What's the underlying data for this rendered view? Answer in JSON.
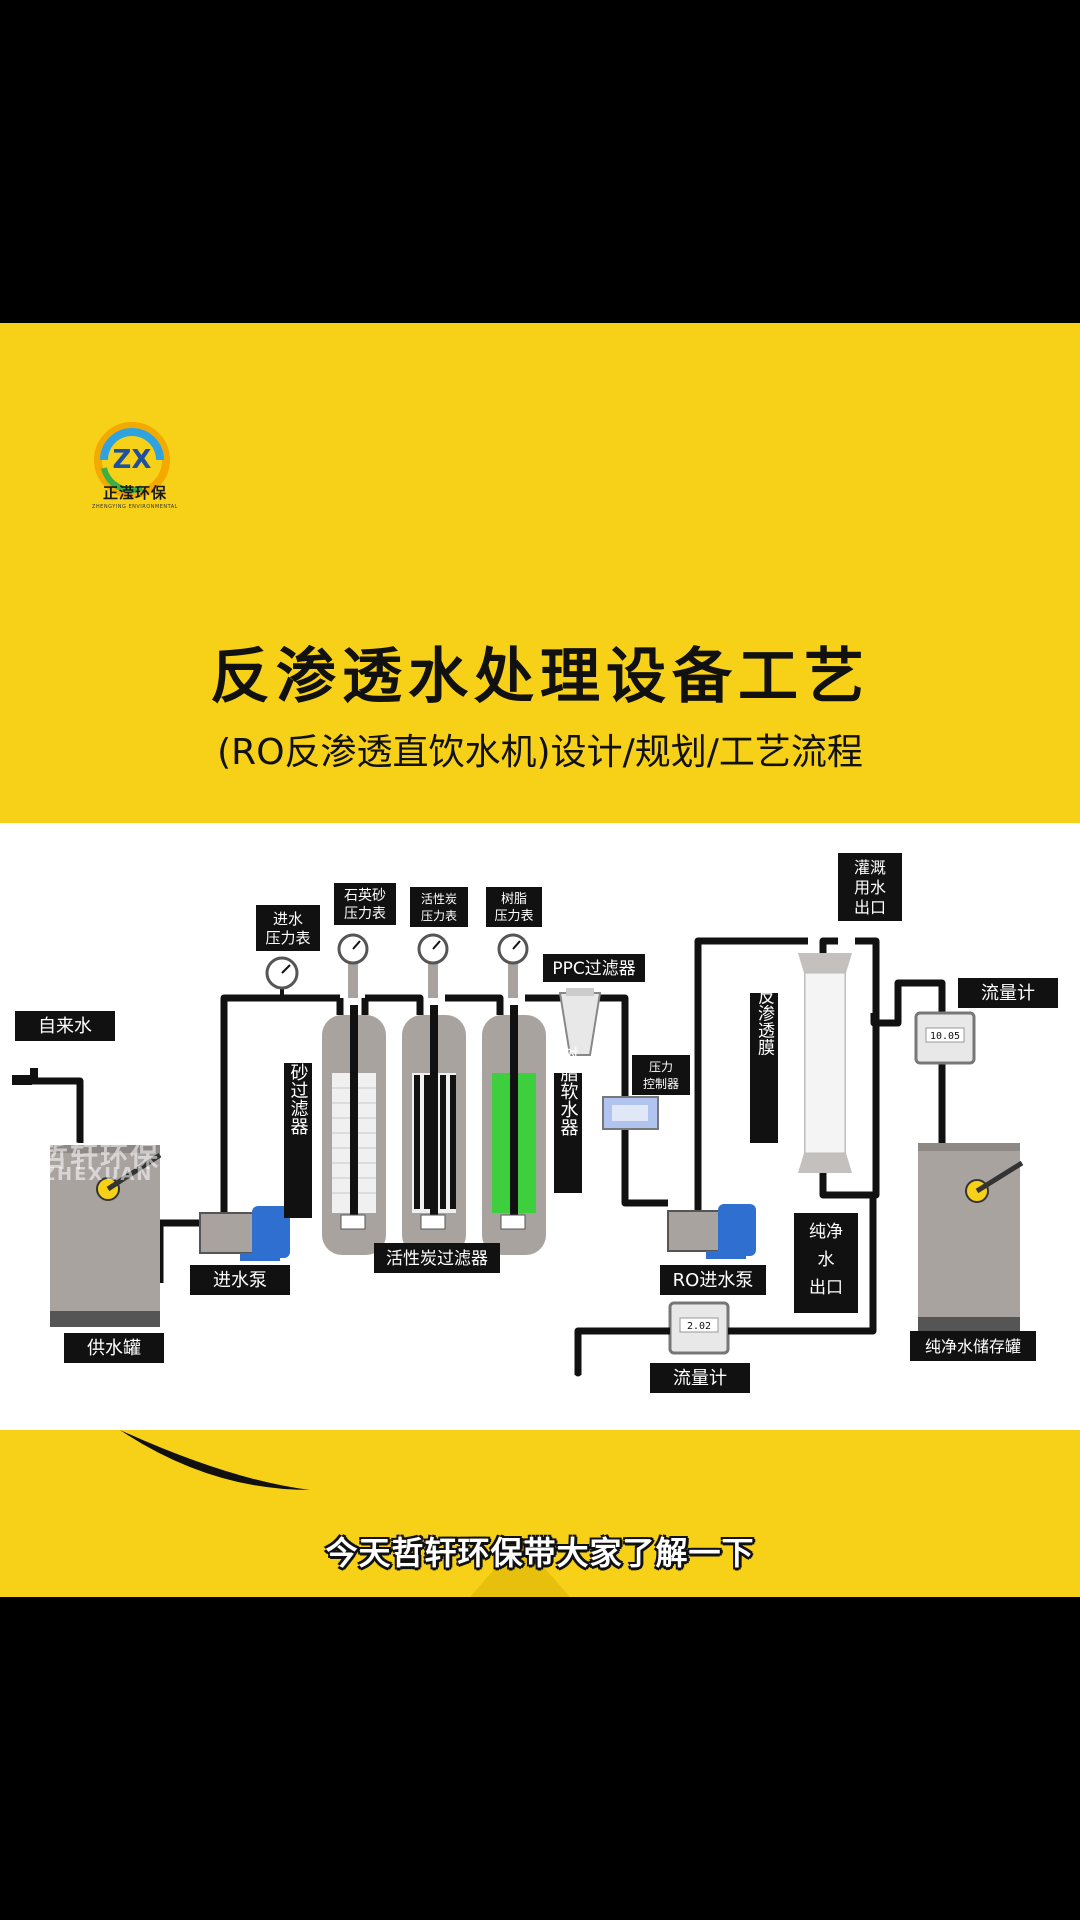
{
  "logo": {
    "text": "正滢环保",
    "sub": "ZHENGYING ENVIRONMENTAL",
    "initials": "ZX"
  },
  "title": "反渗透水处理设备工艺",
  "subtitle": "(RO反渗透直饮水机)设计/规划/工艺流程",
  "caption": "今天哲轩环保带大家了解一下",
  "watermark": {
    "cn": "哲轩环保",
    "en": "ZHEXUAN"
  },
  "labels": {
    "tap_water": "自来水",
    "supply_tank": "供水罐",
    "inlet_pump": "进水泵",
    "inlet_gauge_1": "进水",
    "inlet_gauge_2": "压力表",
    "quartz_gauge_1": "石英砂",
    "quartz_gauge_2": "压力表",
    "carbon_gauge_1": "活性炭",
    "carbon_gauge_2": "压力表",
    "resin_gauge_1": "树脂",
    "resin_gauge_2": "压力表",
    "quartz_filter": "石英砂过滤器",
    "carbon_filter": "活性炭过滤器",
    "resin_softener": "树脂软水器",
    "ppc_filter": "PPC过滤器",
    "pressure_ctrl_1": "压力",
    "pressure_ctrl_2": "控制器",
    "ro_pump": "RO进水泵",
    "ro_membrane": "RO反渗透膜",
    "irrigation_1": "灌溉",
    "irrigation_2": "用水",
    "irrigation_3": "出口",
    "pure_out_1": "纯净",
    "pure_out_2": "水",
    "pure_out_3": "出口",
    "flowmeter_top": "流量计",
    "flowmeter_bottom": "流量计",
    "pure_tank": "纯净水储存罐",
    "flow_reading_top": "10.05",
    "flow_reading_bottom": "2.02"
  },
  "colors": {
    "yellow": "#f7d117",
    "label_bg": "#111111",
    "tank": "#a9a3a0",
    "pump_blue": "#2f6fd0",
    "resin_green": "#3ecf3e",
    "pipe": "#111111"
  }
}
